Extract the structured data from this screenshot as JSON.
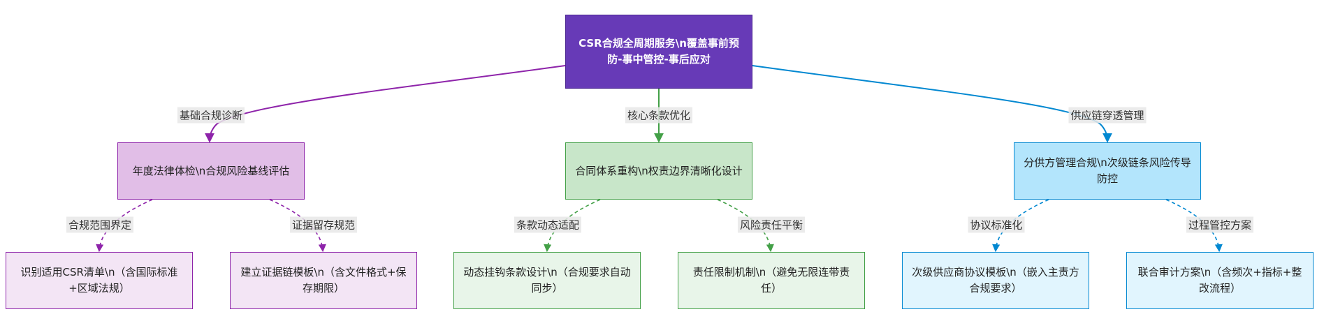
{
  "root": {
    "text": "CSR合规全周期服务\\n覆盖事前预防-事中管控-事后应对"
  },
  "branches": [
    {
      "edge_label": "基础合规诊断",
      "text": "年度法律体检\\n合规风险基线评估",
      "color": "#8e24aa",
      "children": [
        {
          "edge_label": "合规范围界定",
          "text": "识别适用CSR清单\\n（含国际标准+区域法规）"
        },
        {
          "edge_label": "证据留存规范",
          "text": "建立证据链模板\\n（含文件格式+保存期限）"
        }
      ]
    },
    {
      "edge_label": "核心条款优化",
      "text": "合同体系重构\\n权责边界清晰化设计",
      "color": "#43a047",
      "children": [
        {
          "edge_label": "条款动态适配",
          "text": "动态挂钩条款设计\\n（合规要求自动同步）"
        },
        {
          "edge_label": "风险责任平衡",
          "text": "责任限制机制\\n（避免无限连带责任）"
        }
      ]
    },
    {
      "edge_label": "供应链穿透管理",
      "text": "分供方管理合规\\n次级链条风险传导防控",
      "color": "#0288d1",
      "children": [
        {
          "edge_label": "协议标准化",
          "text": "次级供应商协议模板\\n（嵌入主责方合规要求）"
        },
        {
          "edge_label": "过程管控方案",
          "text": "联合审计方案\\n（含频次+指标+整改流程）"
        }
      ]
    }
  ]
}
